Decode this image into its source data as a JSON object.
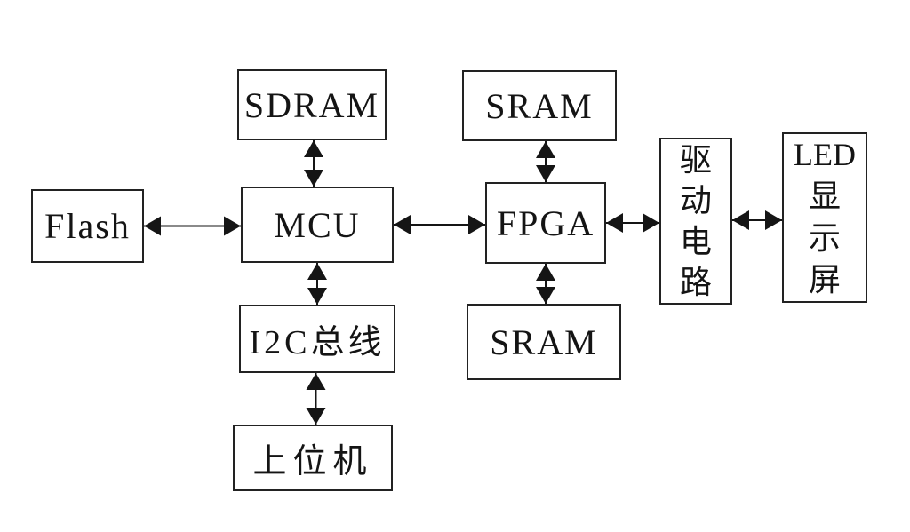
{
  "diagram": {
    "title": "LED display control system block diagram",
    "background_color": "#ffffff",
    "line_color": "#151515",
    "box_border_color": "#222222",
    "text_color": "#141414",
    "blocks": [
      {
        "id": "flash",
        "label": "Flash"
      },
      {
        "id": "sdram",
        "label": "SDRAM"
      },
      {
        "id": "mcu",
        "label": "MCU"
      },
      {
        "id": "sram_top",
        "label": "SRAM"
      },
      {
        "id": "fpga",
        "label": "FPGA"
      },
      {
        "id": "i2c",
        "label": "I2C总线"
      },
      {
        "id": "sram_bottom",
        "label": "SRAM"
      },
      {
        "id": "host",
        "label": "上位机"
      },
      {
        "id": "driver",
        "label": "驱\n动\n电\n路"
      },
      {
        "id": "led",
        "label": "LED\n显\n示\n屏"
      }
    ],
    "connections": [
      {
        "from": "sdram",
        "to": "mcu",
        "style": "bidirectional"
      },
      {
        "from": "flash",
        "to": "mcu",
        "style": "bidirectional"
      },
      {
        "from": "mcu",
        "to": "fpga",
        "style": "bidirectional"
      },
      {
        "from": "sram_top",
        "to": "fpga",
        "style": "bidirectional"
      },
      {
        "from": "fpga",
        "to": "sram_bottom",
        "style": "bidirectional"
      },
      {
        "from": "fpga",
        "to": "driver",
        "style": "bidirectional"
      },
      {
        "from": "driver",
        "to": "led",
        "style": "bidirectional"
      },
      {
        "from": "mcu",
        "to": "i2c",
        "style": "bidirectional"
      },
      {
        "from": "i2c",
        "to": "host",
        "style": "bidirectional"
      }
    ]
  }
}
